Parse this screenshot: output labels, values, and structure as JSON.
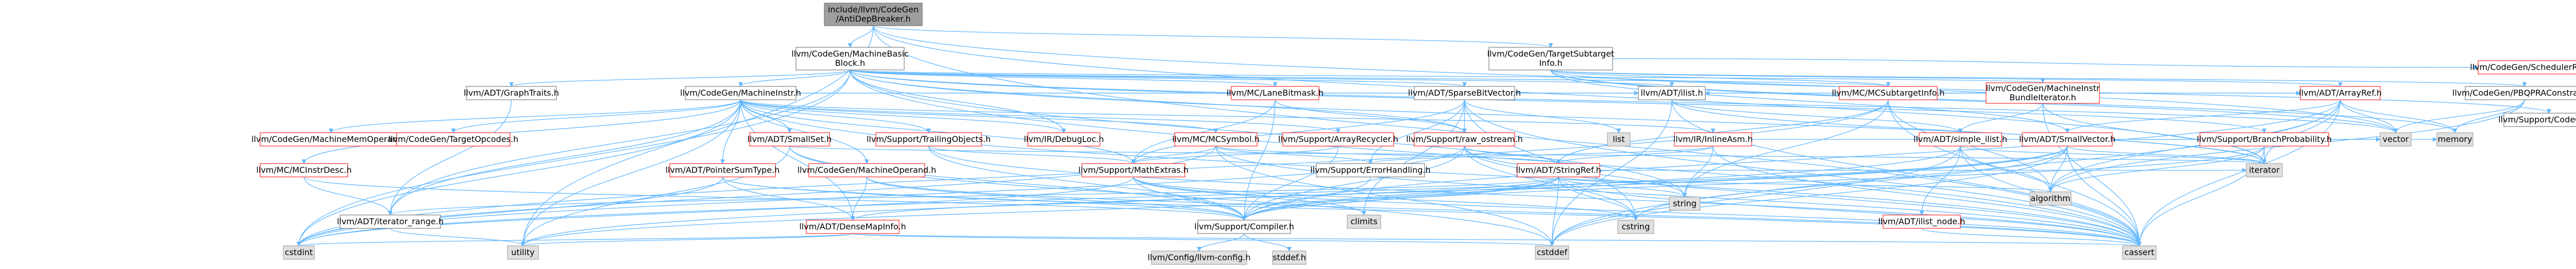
{
  "colors": {
    "root_fill": "#9e9e9e",
    "internal_fill": "#ffffff",
    "internal_stroke": "#ff0000",
    "external_fill": "#e0e0e0",
    "external_stroke": "#999999",
    "plain_stroke": "#666666",
    "edge": "#63b8ff"
  },
  "nodes": [
    {
      "id": "root",
      "label": "include/llvm/CodeGen\n/AntiDepBreaker.h",
      "kind": "root"
    },
    {
      "id": "mbb",
      "label": "llvm/CodeGen/MachineBasic\nBlock.h",
      "kind": "plain"
    },
    {
      "id": "tsi",
      "label": "llvm/CodeGen/TargetSubtarget\nInfo.h",
      "kind": "plain"
    },
    {
      "id": "graphtraits",
      "label": "llvm/ADT/GraphTraits.h",
      "kind": "plain"
    },
    {
      "id": "minstr",
      "label": "llvm/CodeGen/MachineInstr.h",
      "kind": "plain"
    },
    {
      "id": "lanebitmask",
      "label": "llvm/MC/LaneBitmask.h",
      "kind": "internal"
    },
    {
      "id": "sparsebv",
      "label": "llvm/ADT/SparseBitVector.h",
      "kind": "plain"
    },
    {
      "id": "ilist",
      "label": "llvm/ADT/ilist.h",
      "kind": "plain"
    },
    {
      "id": "mcsubinfo",
      "label": "llvm/MC/MCSubtargetInfo.h",
      "kind": "internal"
    },
    {
      "id": "mibundle",
      "label": "llvm/CodeGen/MachineInstr\nBundleIterator.h",
      "kind": "internal"
    },
    {
      "id": "arrayref",
      "label": "llvm/ADT/ArrayRef.h",
      "kind": "internal"
    },
    {
      "id": "pbqp",
      "label": "llvm/CodeGen/PBQPRAConstraint.h",
      "kind": "plain"
    },
    {
      "id": "schedreg",
      "label": "llvm/CodeGen/SchedulerRegistry.h",
      "kind": "internal"
    },
    {
      "id": "supportcg",
      "label": "llvm/Support/CodeGen.h",
      "kind": "plain"
    },
    {
      "id": "mmo",
      "label": "llvm/CodeGen/MachineMemOperand.h",
      "kind": "internal"
    },
    {
      "id": "tgtopcodes",
      "label": "llvm/CodeGen/TargetOpcodes.h",
      "kind": "internal"
    },
    {
      "id": "smallset",
      "label": "llvm/ADT/SmallSet.h",
      "kind": "internal"
    },
    {
      "id": "trailingobj",
      "label": "llvm/Support/TrailingObjects.h",
      "kind": "internal"
    },
    {
      "id": "debugloc",
      "label": "llvm/IR/DebugLoc.h",
      "kind": "internal"
    },
    {
      "id": "mcsymbol",
      "label": "llvm/MC/MCSymbol.h",
      "kind": "internal"
    },
    {
      "id": "arrayrecycler",
      "label": "llvm/Support/ArrayRecycler.h",
      "kind": "internal"
    },
    {
      "id": "rawostream",
      "label": "llvm/Support/raw_ostream.h",
      "kind": "internal"
    },
    {
      "id": "list",
      "label": "list",
      "kind": "external"
    },
    {
      "id": "inlineasm",
      "label": "llvm/IR/InlineAsm.h",
      "kind": "internal"
    },
    {
      "id": "simpleilist",
      "label": "llvm/ADT/simple_ilist.h",
      "kind": "internal"
    },
    {
      "id": "smallvector",
      "label": "llvm/ADT/SmallVector.h",
      "kind": "internal"
    },
    {
      "id": "branchprob",
      "label": "llvm/Support/BranchProbability.h",
      "kind": "internal"
    },
    {
      "id": "vector",
      "label": "vector",
      "kind": "external"
    },
    {
      "id": "memory",
      "label": "memory",
      "kind": "external"
    },
    {
      "id": "mcinstrdesc",
      "label": "llvm/MC/MCInstrDesc.h",
      "kind": "internal"
    },
    {
      "id": "ptrsumtype",
      "label": "llvm/ADT/PointerSumType.h",
      "kind": "internal"
    },
    {
      "id": "mop",
      "label": "llvm/CodeGen/MachineOperand.h",
      "kind": "internal"
    },
    {
      "id": "mathextras",
      "label": "llvm/Support/MathExtras.h",
      "kind": "internal"
    },
    {
      "id": "errhandling",
      "label": "llvm/Support/ErrorHandling.h",
      "kind": "plain"
    },
    {
      "id": "stringref",
      "label": "llvm/ADT/StringRef.h",
      "kind": "internal"
    },
    {
      "id": "ilistnode",
      "label": "llvm/ADT/ilist_node.h",
      "kind": "internal"
    },
    {
      "id": "iterator",
      "label": "iterator",
      "kind": "external"
    },
    {
      "id": "algorithm",
      "label": "algorithm",
      "kind": "external"
    },
    {
      "id": "iterrange",
      "label": "llvm/ADT/iterator_range.h",
      "kind": "plain"
    },
    {
      "id": "densemapinfo",
      "label": "llvm/ADT/DenseMapInfo.h",
      "kind": "internal"
    },
    {
      "id": "compiler",
      "label": "llvm/Support/Compiler.h",
      "kind": "plain"
    },
    {
      "id": "climits",
      "label": "climits",
      "kind": "external"
    },
    {
      "id": "cstring",
      "label": "cstring",
      "kind": "external"
    },
    {
      "id": "string",
      "label": "string",
      "kind": "external"
    },
    {
      "id": "cstdint",
      "label": "cstdint",
      "kind": "external"
    },
    {
      "id": "utility",
      "label": "utility",
      "kind": "external"
    },
    {
      "id": "llvmconfig",
      "label": "llvm/Config/llvm-config.h",
      "kind": "external"
    },
    {
      "id": "stddef",
      "label": "stddef.h",
      "kind": "external"
    },
    {
      "id": "cstddef",
      "label": "cstddef",
      "kind": "external"
    },
    {
      "id": "cassert",
      "label": "cassert",
      "kind": "external"
    }
  ],
  "edges": [
    [
      "root",
      "mbb"
    ],
    [
      "root",
      "tsi"
    ],
    [
      "root",
      "vector"
    ],
    [
      "root",
      "iterator"
    ],
    [
      "root",
      "cassert"
    ],
    [
      "root",
      "utility"
    ],
    [
      "mbb",
      "graphtraits"
    ],
    [
      "mbb",
      "minstr"
    ],
    [
      "mbb",
      "lanebitmask"
    ],
    [
      "mbb",
      "sparsebv"
    ],
    [
      "mbb",
      "ilist"
    ],
    [
      "mbb",
      "mibundle"
    ],
    [
      "mbb",
      "iterrange"
    ],
    [
      "mbb",
      "rawostream"
    ],
    [
      "mbb",
      "cassert"
    ],
    [
      "mbb",
      "cstdint"
    ],
    [
      "mbb",
      "iterator"
    ],
    [
      "mbb",
      "string"
    ],
    [
      "mbb",
      "vector"
    ],
    [
      "mbb",
      "debugloc"
    ],
    [
      "mbb",
      "branchprob"
    ],
    [
      "mbb",
      "mcsubinfo"
    ],
    [
      "tsi",
      "arrayref"
    ],
    [
      "tsi",
      "smallvector"
    ],
    [
      "tsi",
      "pbqp"
    ],
    [
      "tsi",
      "schedreg"
    ],
    [
      "tsi",
      "supportcg"
    ],
    [
      "tsi",
      "mcsubinfo"
    ],
    [
      "tsi",
      "vector"
    ],
    [
      "tsi",
      "memory"
    ],
    [
      "graphtraits",
      "iterrange"
    ],
    [
      "minstr",
      "densemapinfo"
    ],
    [
      "minstr",
      "ptrsumtype"
    ],
    [
      "minstr",
      "arrayref"
    ],
    [
      "minstr",
      "ilist"
    ],
    [
      "minstr",
      "iterrange"
    ],
    [
      "minstr",
      "mmo"
    ],
    [
      "minstr",
      "mop"
    ],
    [
      "minstr",
      "tgtopcodes"
    ],
    [
      "minstr",
      "debugloc"
    ],
    [
      "minstr",
      "inlineasm"
    ],
    [
      "minstr",
      "mcinstrdesc"
    ],
    [
      "minstr",
      "mcsymbol"
    ],
    [
      "minstr",
      "arrayrecycler"
    ],
    [
      "minstr",
      "mathextras"
    ],
    [
      "minstr",
      "trailingobj"
    ],
    [
      "minstr",
      "smallset"
    ],
    [
      "minstr",
      "cassert"
    ],
    [
      "minstr",
      "cstdint"
    ],
    [
      "minstr",
      "utility"
    ],
    [
      "lanebitmask",
      "compiler"
    ],
    [
      "lanebitmask",
      "mathextras"
    ],
    [
      "lanebitmask",
      "rawostream"
    ],
    [
      "sparsebv",
      "mathextras"
    ],
    [
      "sparsebv",
      "errhandling"
    ],
    [
      "sparsebv",
      "rawostream"
    ],
    [
      "sparsebv",
      "cassert"
    ],
    [
      "sparsebv",
      "climits"
    ],
    [
      "sparsebv",
      "cstring"
    ],
    [
      "sparsebv",
      "list"
    ],
    [
      "ilist",
      "simpleilist"
    ],
    [
      "ilist",
      "cassert"
    ],
    [
      "ilist",
      "cstddef"
    ],
    [
      "ilist",
      "iterator"
    ],
    [
      "mcsubinfo",
      "arrayref"
    ],
    [
      "mcsubinfo",
      "stringref"
    ],
    [
      "mcsubinfo",
      "algorithm"
    ],
    [
      "mcsubinfo",
      "cassert"
    ],
    [
      "mcsubinfo",
      "cstdint"
    ],
    [
      "mcsubinfo",
      "string"
    ],
    [
      "mibundle",
      "ilist"
    ],
    [
      "mibundle",
      "simpleilist"
    ],
    [
      "mibundle",
      "cassert"
    ],
    [
      "mibundle",
      "iterator"
    ],
    [
      "mibundle",
      "type_traits"
    ],
    [
      "arrayref",
      "smallvector"
    ],
    [
      "arrayref",
      "compiler"
    ],
    [
      "arrayref",
      "algorithm"
    ],
    [
      "arrayref",
      "cassert"
    ],
    [
      "arrayref",
      "cstddef"
    ],
    [
      "arrayref",
      "iterator"
    ],
    [
      "arrayref",
      "memory"
    ],
    [
      "arrayref",
      "vector"
    ],
    [
      "pbqp",
      "vector"
    ],
    [
      "pbqp",
      "memory"
    ],
    [
      "pbqp",
      "algorithm"
    ],
    [
      "smallset",
      "compiler"
    ],
    [
      "smallset",
      "iterator"
    ],
    [
      "smallset",
      "utility"
    ],
    [
      "smallset",
      "cstddef"
    ],
    [
      "trailingobj",
      "mathextras"
    ],
    [
      "trailingobj",
      "compiler"
    ],
    [
      "trailingobj",
      "cassert"
    ],
    [
      "mcsymbol",
      "stringref"
    ],
    [
      "mcsymbol",
      "errhandling"
    ],
    [
      "mcsymbol",
      "mathextras"
    ],
    [
      "mcsymbol",
      "cassert"
    ],
    [
      "mcsymbol",
      "cstddef"
    ],
    [
      "mcsymbol",
      "cstdint"
    ],
    [
      "arrayrecycler",
      "mathextras"
    ],
    [
      "arrayrecycler",
      "compiler"
    ],
    [
      "rawostream",
      "stringref"
    ],
    [
      "rawostream",
      "compiler"
    ],
    [
      "rawostream",
      "cassert"
    ],
    [
      "rawostream",
      "cstdint"
    ],
    [
      "rawostream",
      "cstring"
    ],
    [
      "rawostream",
      "string"
    ],
    [
      "inlineasm",
      "stringref"
    ],
    [
      "inlineasm",
      "errhandling"
    ],
    [
      "inlineasm",
      "cassert"
    ],
    [
      "inlineasm",
      "string"
    ],
    [
      "inlineasm",
      "vector"
    ],
    [
      "simpleilist",
      "ilistnode"
    ],
    [
      "simpleilist",
      "compiler"
    ],
    [
      "simpleilist",
      "algorithm"
    ],
    [
      "simpleilist",
      "cassert"
    ],
    [
      "simpleilist",
      "cstddef"
    ],
    [
      "simpleilist",
      "iterator"
    ],
    [
      "smallvector",
      "compiler"
    ],
    [
      "smallvector",
      "algorithm"
    ],
    [
      "smallvector",
      "cassert"
    ],
    [
      "smallvector",
      "cstddef"
    ],
    [
      "smallvector",
      "cstdint"
    ],
    [
      "smallvector",
      "cstring"
    ],
    [
      "smallvector",
      "iterator"
    ],
    [
      "smallvector",
      "memory"
    ],
    [
      "smallvector",
      "utility"
    ],
    [
      "branchprob",
      "compiler"
    ],
    [
      "branchprob",
      "algorithm"
    ],
    [
      "branchprob",
      "cassert"
    ],
    [
      "branchprob",
      "iterator"
    ],
    [
      "mcinstrdesc",
      "iterrange"
    ],
    [
      "mcinstrdesc",
      "compiler"
    ],
    [
      "ptrsumtype",
      "densemapinfo"
    ],
    [
      "ptrsumtype",
      "compiler"
    ],
    [
      "ptrsumtype",
      "cassert"
    ],
    [
      "ptrsumtype",
      "cstdint"
    ],
    [
      "mop",
      "densemapinfo"
    ],
    [
      "mop",
      "compiler"
    ],
    [
      "mop",
      "cassert"
    ],
    [
      "mathextras",
      "compiler"
    ],
    [
      "mathextras",
      "cassert"
    ],
    [
      "mathextras",
      "climits"
    ],
    [
      "mathextras",
      "cstdint"
    ],
    [
      "mathextras",
      "cstring"
    ],
    [
      "stringref",
      "densemapinfo"
    ],
    [
      "stringref",
      "iterrange"
    ],
    [
      "stringref",
      "compiler"
    ],
    [
      "stringref",
      "algorithm"
    ],
    [
      "stringref",
      "cassert"
    ],
    [
      "stringref",
      "cstddef"
    ],
    [
      "stringref",
      "cstring"
    ],
    [
      "stringref",
      "iterator"
    ],
    [
      "stringref",
      "string"
    ],
    [
      "stringref",
      "utility"
    ],
    [
      "ilistnode",
      "cassert"
    ],
    [
      "densemapinfo",
      "cassert"
    ],
    [
      "densemapinfo",
      "cstddef"
    ],
    [
      "densemapinfo",
      "cstdint"
    ],
    [
      "densemapinfo",
      "utility"
    ],
    [
      "iterrange",
      "utility"
    ],
    [
      "compiler",
      "llvmconfig"
    ],
    [
      "compiler",
      "stddef"
    ],
    [
      "errhandling",
      "compiler"
    ]
  ]
}
